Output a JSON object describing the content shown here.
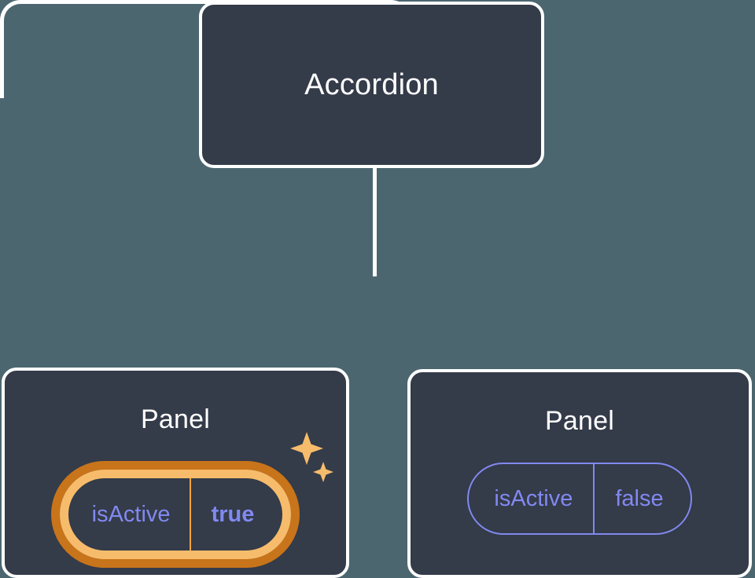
{
  "diagram": {
    "type": "component-tree",
    "background_color": "#4c6670",
    "node_fill_color": "#343b49",
    "node_border_color": "#ffffff",
    "connector_color": "#ffffff",
    "accent_prop_color": "#8189f0",
    "highlight_outer_color": "#c8741a",
    "highlight_inner_color": "#f7bc6b"
  },
  "root": {
    "label": "Accordion"
  },
  "children": [
    {
      "label": "Panel",
      "highlighted": true,
      "prop": {
        "key": "isActive",
        "value": "true"
      },
      "sparkle_icon": "sparkles-icon"
    },
    {
      "label": "Panel",
      "highlighted": false,
      "prop": {
        "key": "isActive",
        "value": "false"
      }
    }
  ]
}
